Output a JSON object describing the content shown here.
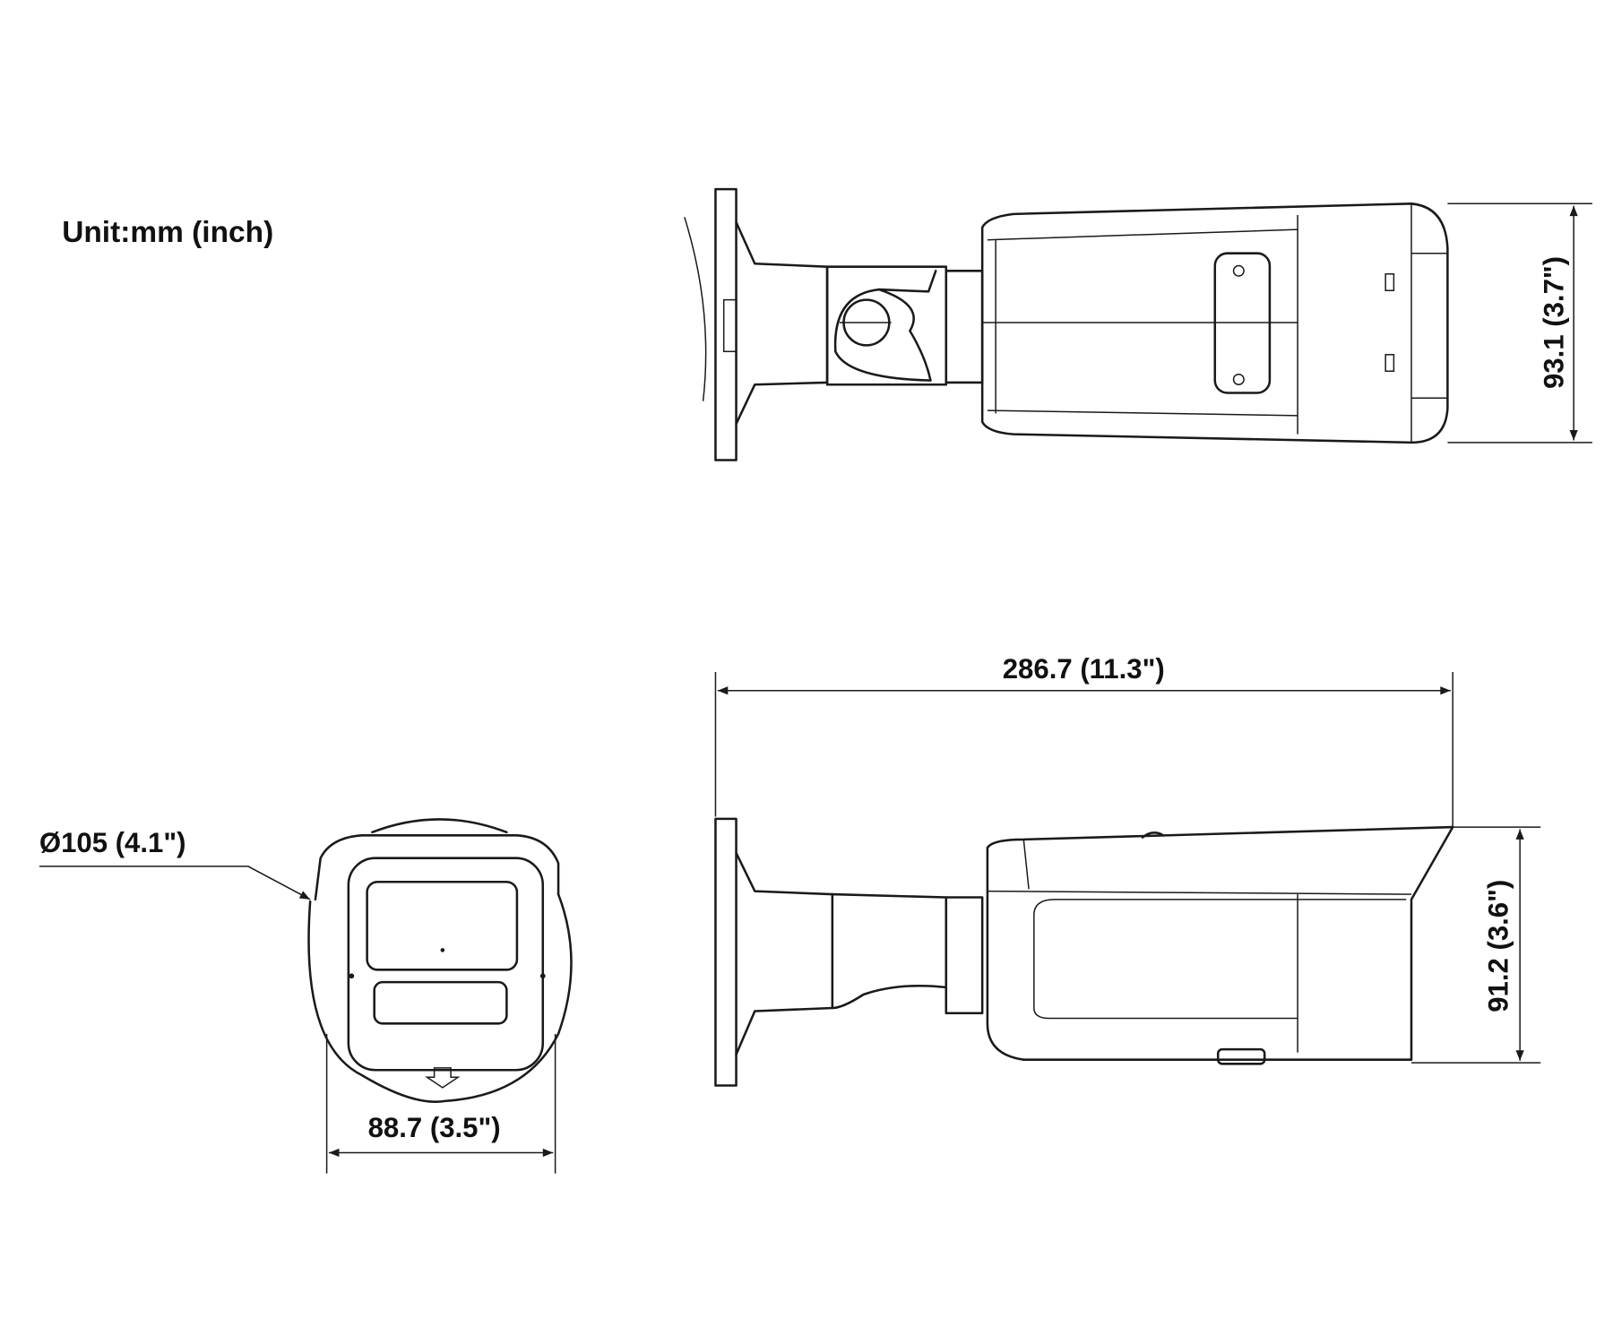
{
  "unit_label": "Unit:mm (inch)",
  "dimensions": {
    "top_view_height": "93.1 (3.7\")",
    "total_length": "286.7 (11.3\")",
    "side_view_height": "91.2 (3.6\")",
    "front_diameter": "Ø105 (4.1\")",
    "front_width": "88.7 (3.5\")"
  },
  "colors": {
    "line": "#1a1a1a",
    "background": "#ffffff"
  }
}
